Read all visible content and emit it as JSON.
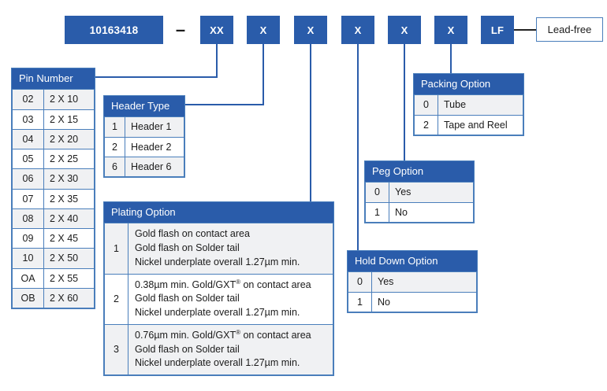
{
  "part_code": {
    "base": "10163418",
    "separator": "–",
    "segments": [
      "XX",
      "X",
      "X",
      "X",
      "X",
      "X"
    ],
    "suffix": "LF",
    "suffix_callout": "Lead-free"
  },
  "colors": {
    "accent_blue": "#2A5CAA",
    "border_blue": "#4A7EBB",
    "row_shade": "#F0F1F3",
    "text_dark": "#1b1b1b",
    "white": "#ffffff"
  },
  "tables": {
    "pin_number": {
      "title": "Pin Number",
      "rows": [
        {
          "code": "02",
          "desc": "2 X 10"
        },
        {
          "code": "03",
          "desc": "2 X 15"
        },
        {
          "code": "04",
          "desc": "2 X 20"
        },
        {
          "code": "05",
          "desc": "2 X 25"
        },
        {
          "code": "06",
          "desc": "2 X 30"
        },
        {
          "code": "07",
          "desc": "2 X 35"
        },
        {
          "code": "08",
          "desc": "2 X 40"
        },
        {
          "code": "09",
          "desc": "2 X 45"
        },
        {
          "code": "10",
          "desc": "2 X 50"
        },
        {
          "code": "OA",
          "desc": "2 X 55"
        },
        {
          "code": "OB",
          "desc": "2 X 60"
        }
      ]
    },
    "header_type": {
      "title": "Header Type",
      "rows": [
        {
          "code": "1",
          "desc": "Header 1"
        },
        {
          "code": "2",
          "desc": "Header 2"
        },
        {
          "code": "6",
          "desc": "Header 6"
        }
      ]
    },
    "plating_option": {
      "title": "Plating Option",
      "rows": [
        {
          "code": "1",
          "lines": [
            "Gold flash on contact area",
            "Gold flash on Solder tail",
            "Nickel underplate overall 1.27µm min."
          ]
        },
        {
          "code": "2",
          "lines": [
            "0.38µm min. Gold/GXT® on contact area",
            "Gold flash on Solder tail",
            "Nickel underplate overall 1.27µm min."
          ]
        },
        {
          "code": "3",
          "lines": [
            "0.76µm min. Gold/GXT® on contact area",
            "Gold flash on Solder tail",
            "Nickel underplate overall 1.27µm min."
          ]
        }
      ]
    },
    "hold_down_option": {
      "title": "Hold Down Option",
      "rows": [
        {
          "code": "0",
          "desc": "Yes"
        },
        {
          "code": "1",
          "desc": "No"
        }
      ]
    },
    "peg_option": {
      "title": "Peg Option",
      "rows": [
        {
          "code": "0",
          "desc": "Yes"
        },
        {
          "code": "1",
          "desc": "No"
        }
      ]
    },
    "packing_option": {
      "title": "Packing Option",
      "rows": [
        {
          "code": "0",
          "desc": "Tube"
        },
        {
          "code": "2",
          "desc": "Tape and Reel"
        }
      ]
    }
  }
}
